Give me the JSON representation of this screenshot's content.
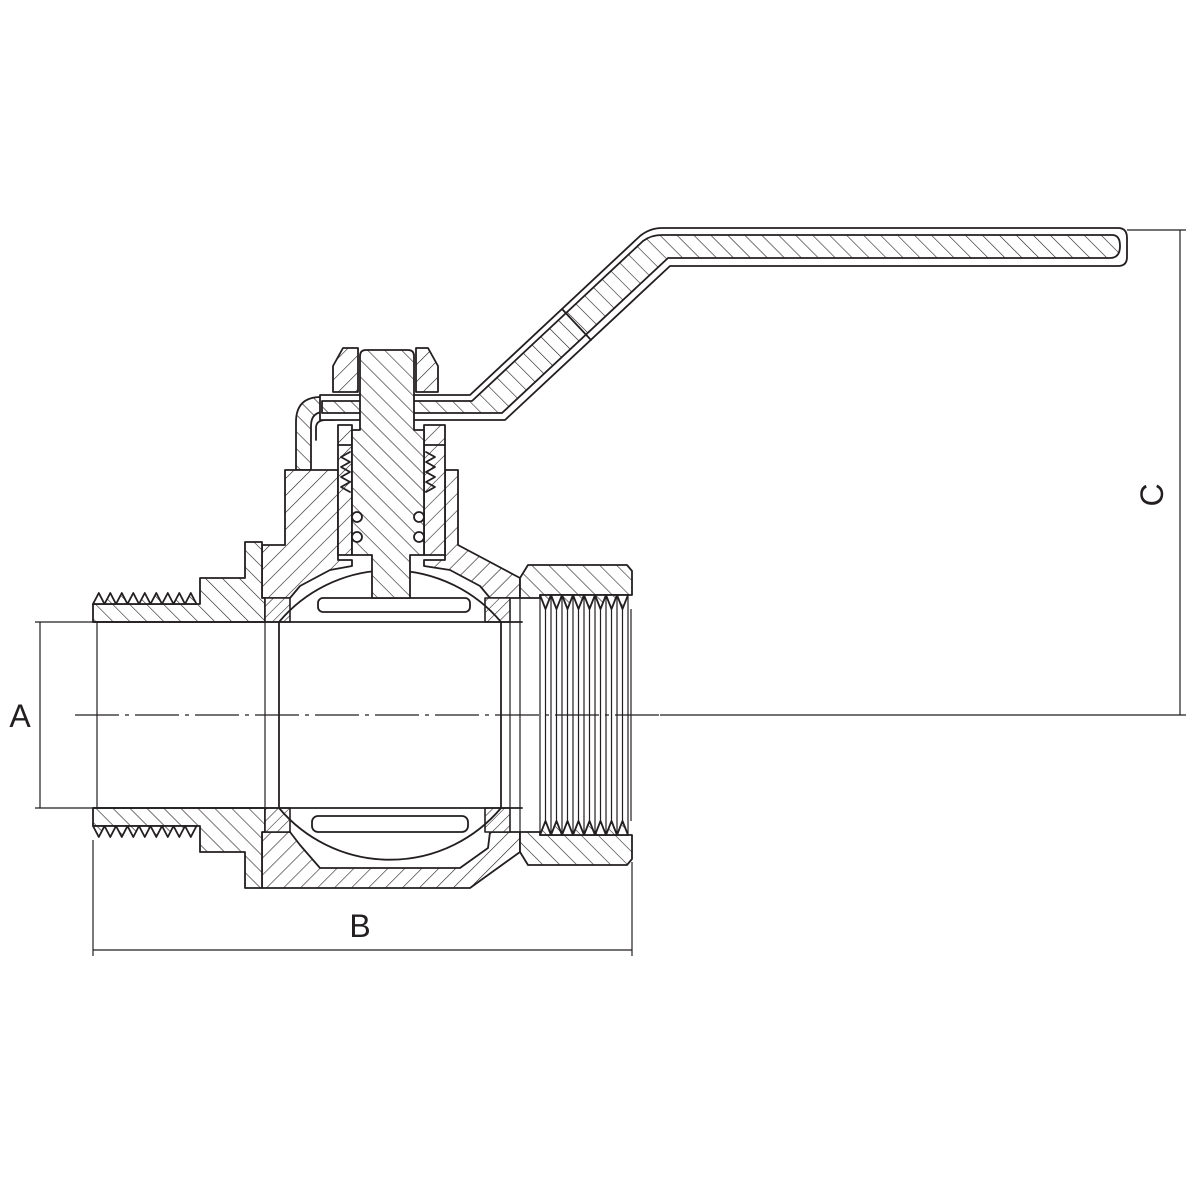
{
  "labels": {
    "a": "A",
    "b": "B",
    "c": "C"
  },
  "colors": {
    "line": "#231f20",
    "background": "#ffffff"
  }
}
